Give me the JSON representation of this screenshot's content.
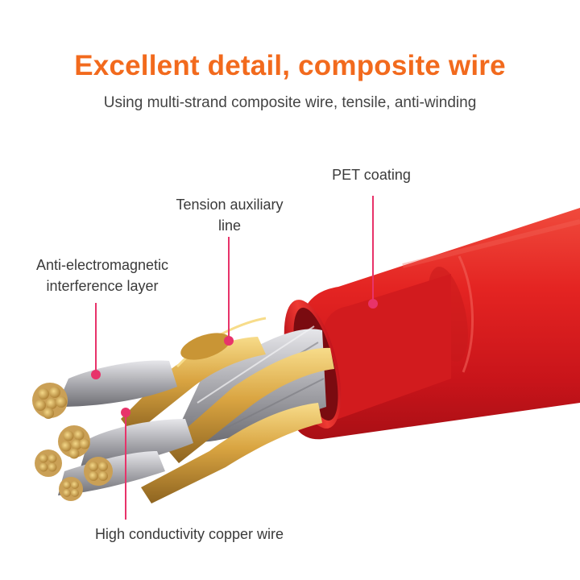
{
  "header": {
    "title": "Excellent detail, composite wire",
    "subtitle": "Using multi-strand composite wire, tensile, anti-winding"
  },
  "callouts": {
    "pet": {
      "text": "PET coating"
    },
    "tension": {
      "line1": "Tension auxiliary",
      "line2": "line"
    },
    "anti": {
      "line1": "Anti-electromagnetic",
      "line2": "interference layer"
    },
    "copper": {
      "text": "High conductivity copper wire"
    }
  },
  "colors": {
    "title": "#f26a1d",
    "jacket": "#e0201f",
    "leader": "#e8336a",
    "copper": "#d9a441",
    "strand": "#b8b8bc"
  }
}
